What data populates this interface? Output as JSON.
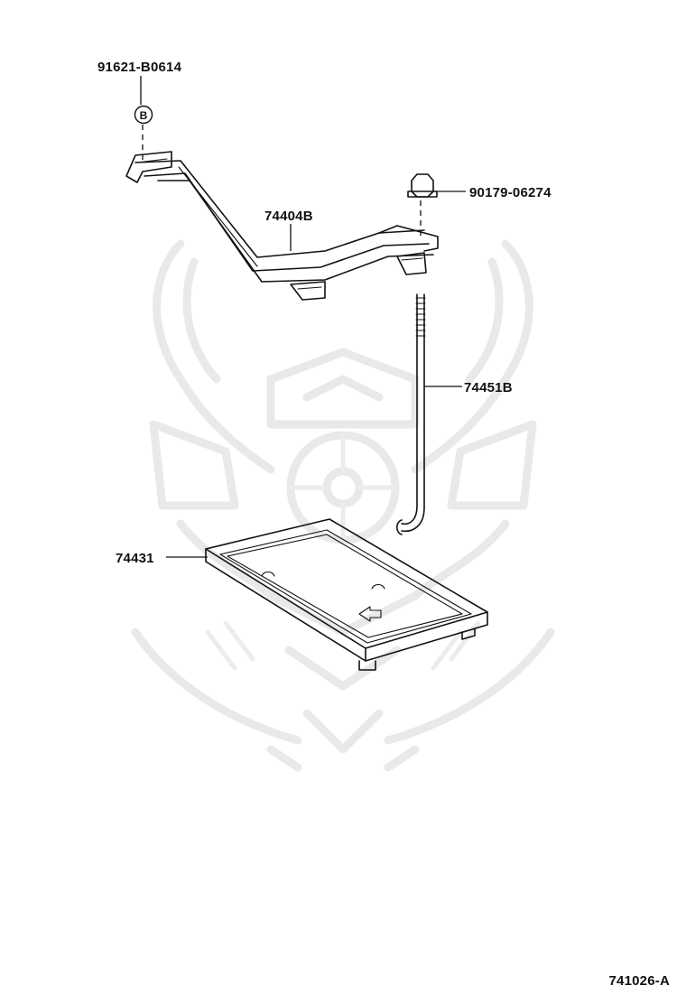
{
  "parts": {
    "bolt_b": {
      "number": "91621-B0614",
      "marker": "B"
    },
    "nut": {
      "number": "90179-06274"
    },
    "clamp": {
      "number": "74404B"
    },
    "rod": {
      "number": "74451B"
    },
    "tray": {
      "number": "74431"
    }
  },
  "diagram_code": "741026-A",
  "watermark": {
    "type": "samurai-helmet-logo"
  }
}
